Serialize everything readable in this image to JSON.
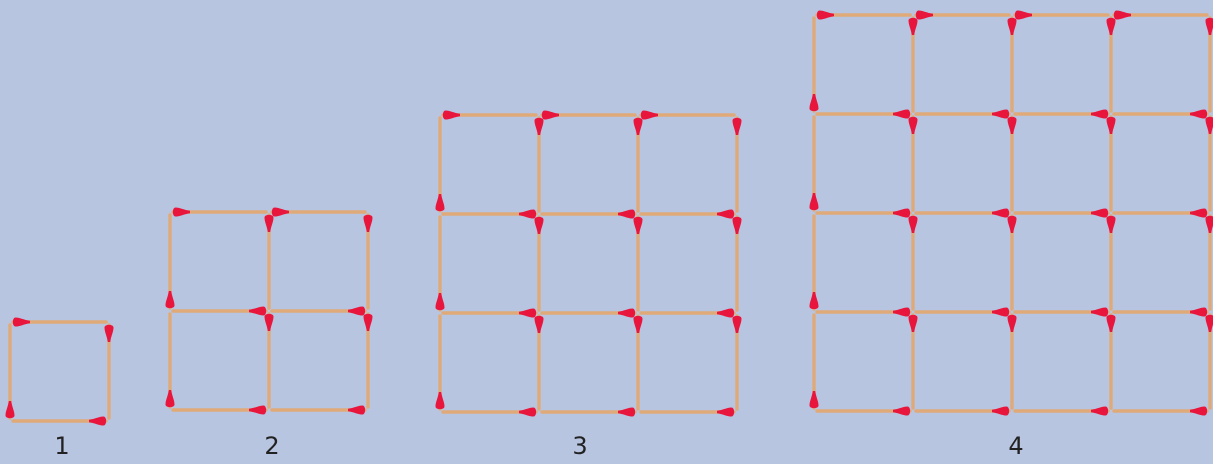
{
  "figures": [
    {
      "label": "1",
      "grid": 1
    },
    {
      "label": "2",
      "grid": 2
    },
    {
      "label": "3",
      "grid": 3
    },
    {
      "label": "4",
      "grid": 4
    }
  ],
  "colors": {
    "background": "#b7c5e1",
    "stick": "#e0aa78",
    "head": "#e8163c"
  }
}
